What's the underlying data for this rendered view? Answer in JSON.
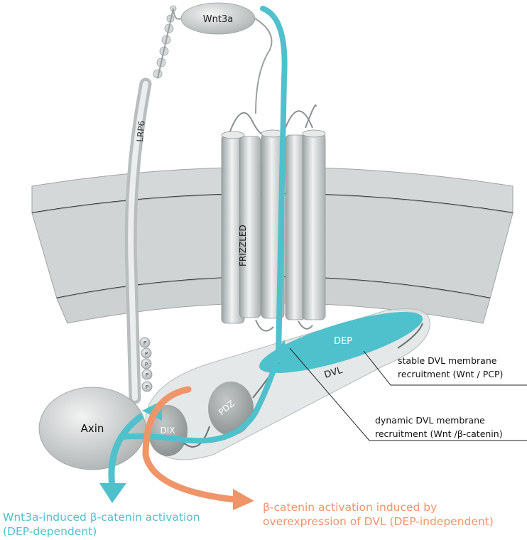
{
  "labels": {
    "wnt3a": "Wnt3a",
    "lrp6": "LRP6",
    "frizzled": "FRIZZLED",
    "dep": "DEP",
    "dvl": "DVL",
    "pdz": "PDZ",
    "dix": "DIX",
    "axin": "Axin",
    "phospho": "P"
  },
  "annotations": {
    "stable": {
      "line1": "stable DVL membrane",
      "line2": "recruitment (Wnt / PCP)"
    },
    "dynamic": {
      "line1": "dynamic DVL membrane",
      "line2": "recruitment (Wnt /β-catenin)"
    }
  },
  "captions": {
    "teal": {
      "line1": "Wnt3a-induced β-catenin activation",
      "line2": "(DEP-dependent)",
      "color": "#4fc1cc"
    },
    "orange": {
      "line1": "β-catenin activation induced by",
      "line2": "overexpression of DVL (DEP-independent)",
      "color": "#f0946a"
    }
  },
  "colors": {
    "teal": "#4fc1cc",
    "orange": "#f0946a",
    "membrane": "#d3d7d7",
    "protein": "#c9cdcd"
  }
}
